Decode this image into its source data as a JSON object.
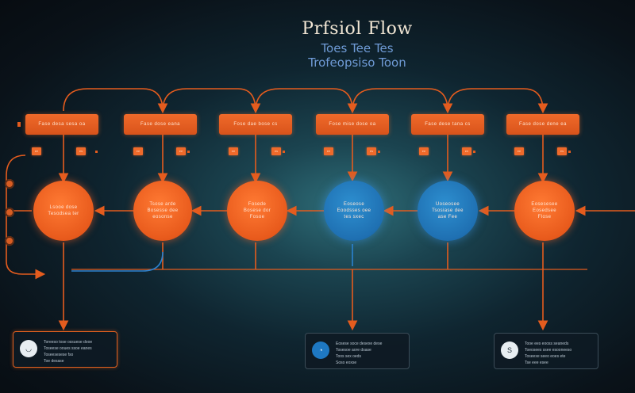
{
  "title": "Prfsiol Flow",
  "subtitle_line1": "Toes Tee Tes",
  "subtitle_line2": "Trofeopsiso Toon",
  "colors": {
    "orange": "#ee6524",
    "blue": "#2080c4",
    "line_orange": "#e45c1e",
    "line_blue": "#2a82d0"
  },
  "process_boxes": [
    {
      "line1": "Fase desa sesa",
      "line2": "oa"
    },
    {
      "line1": "Fase dose",
      "line2": "eana"
    },
    {
      "line1": "Fose dae bose",
      "line2": "cs"
    },
    {
      "line1": "Fose mise dose",
      "line2": "oa"
    },
    {
      "line1": "Fase dese tana",
      "line2": "cs"
    },
    {
      "line1": "Fase dose dene",
      "line2": "ea"
    }
  ],
  "mini_labels": [
    "ee",
    "es",
    "ee",
    "ee",
    "ee",
    "es",
    "ee",
    "es",
    "ee",
    "ee",
    "ee",
    "es"
  ],
  "nodes": [
    {
      "line1": "Lsooe dose",
      "line2": "Tesodsea ter",
      "color": "orange"
    },
    {
      "line1": "Tsose arde",
      "line2": "Bosesse dee",
      "line2b": "eosonse",
      "color": "orange"
    },
    {
      "line1": "Fosede",
      "line2": "Bosese dor",
      "line2b": "Fosoe",
      "color": "orange"
    },
    {
      "line1": "Eoseose",
      "line2": "Eoodsses oee",
      "line2b": "tes sxec",
      "color": "blue"
    },
    {
      "line1": "Uoseosee",
      "line2": "Tsosiase dee",
      "line2b": "ase Fee",
      "color": "blue"
    },
    {
      "line1": "Eosesesee",
      "line2": "Eosedsee",
      "line2b": "Flose",
      "color": "orange"
    }
  ],
  "legends": [
    {
      "icon": "◡",
      "lines": [
        "Toreeso tose ossuese dooe",
        "Toseese ooues ssoe eanes",
        "Toseesesese fso",
        "Toe desase"
      ]
    },
    {
      "icon": "◔",
      "lines": [
        "Eosese soce desexe dese",
        "Tosesoe aore dsase",
        "Toos sex oeds",
        "Soso eoxse"
      ]
    },
    {
      "icon": "S",
      "lines": [
        "Tooe ees eooss seaneds",
        "Toeosees ssee esooneeso",
        "Toseexe seeo eoes ete",
        "Tse eee esee"
      ]
    }
  ]
}
